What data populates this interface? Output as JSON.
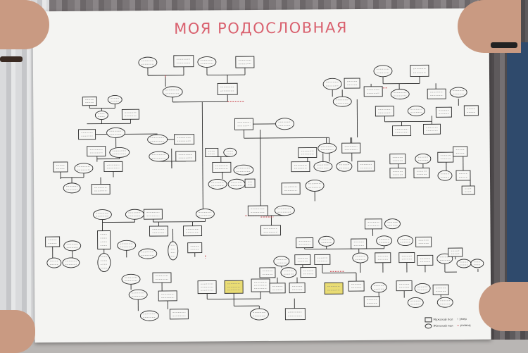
{
  "poster": {
    "title": "МОЯ РОДОСЛОВНАЯ",
    "highlight_color": "#e9dc74",
    "title_color": "#d9606e",
    "line_color": "#2b2b2b",
    "accent_line_color": "#c84a52"
  },
  "legend": {
    "items": [
      "Мужской пол",
      "Женский пол",
      "умер",
      "развод"
    ]
  }
}
